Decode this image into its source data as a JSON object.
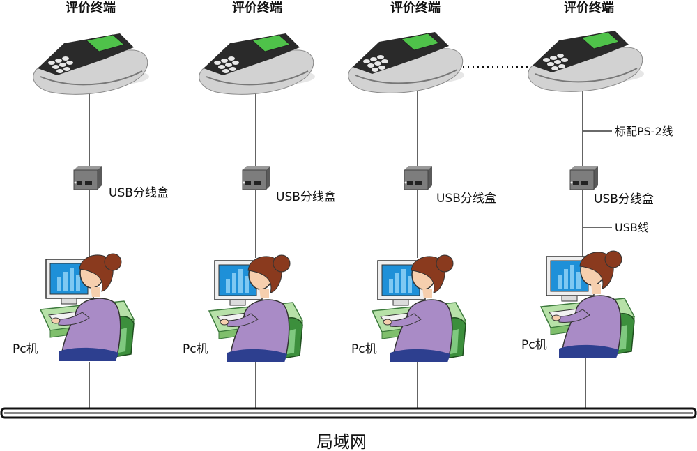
{
  "terminals": [
    {
      "title": "评价终端",
      "box_label": "USB分线盒",
      "pc_label": "Pc机"
    },
    {
      "title": "评价终端",
      "box_label": "USB分线盒",
      "pc_label": "Pc机"
    },
    {
      "title": "评价终端",
      "box_label": "USB分线盒",
      "pc_label": "Pc机"
    },
    {
      "title": "评价终端",
      "box_label": "USB分线盒",
      "pc_label": "Pc机"
    }
  ],
  "annotations": {
    "ps2_cable": "标配PS-2线",
    "usb_cable": "USB线"
  },
  "network": {
    "label": "局域网"
  },
  "colors": {
    "device_screen": "#4fc24a",
    "device_body": "#2a2a2a",
    "device_silver": "#d7d7d7",
    "monitor_screen": "#1e90d8",
    "woman_shirt": "#a98bc6",
    "woman_hair": "#8a3a1e",
    "chair": "#3c8f3c",
    "desk": "#b7e1a8",
    "network_bar": "#111111"
  }
}
